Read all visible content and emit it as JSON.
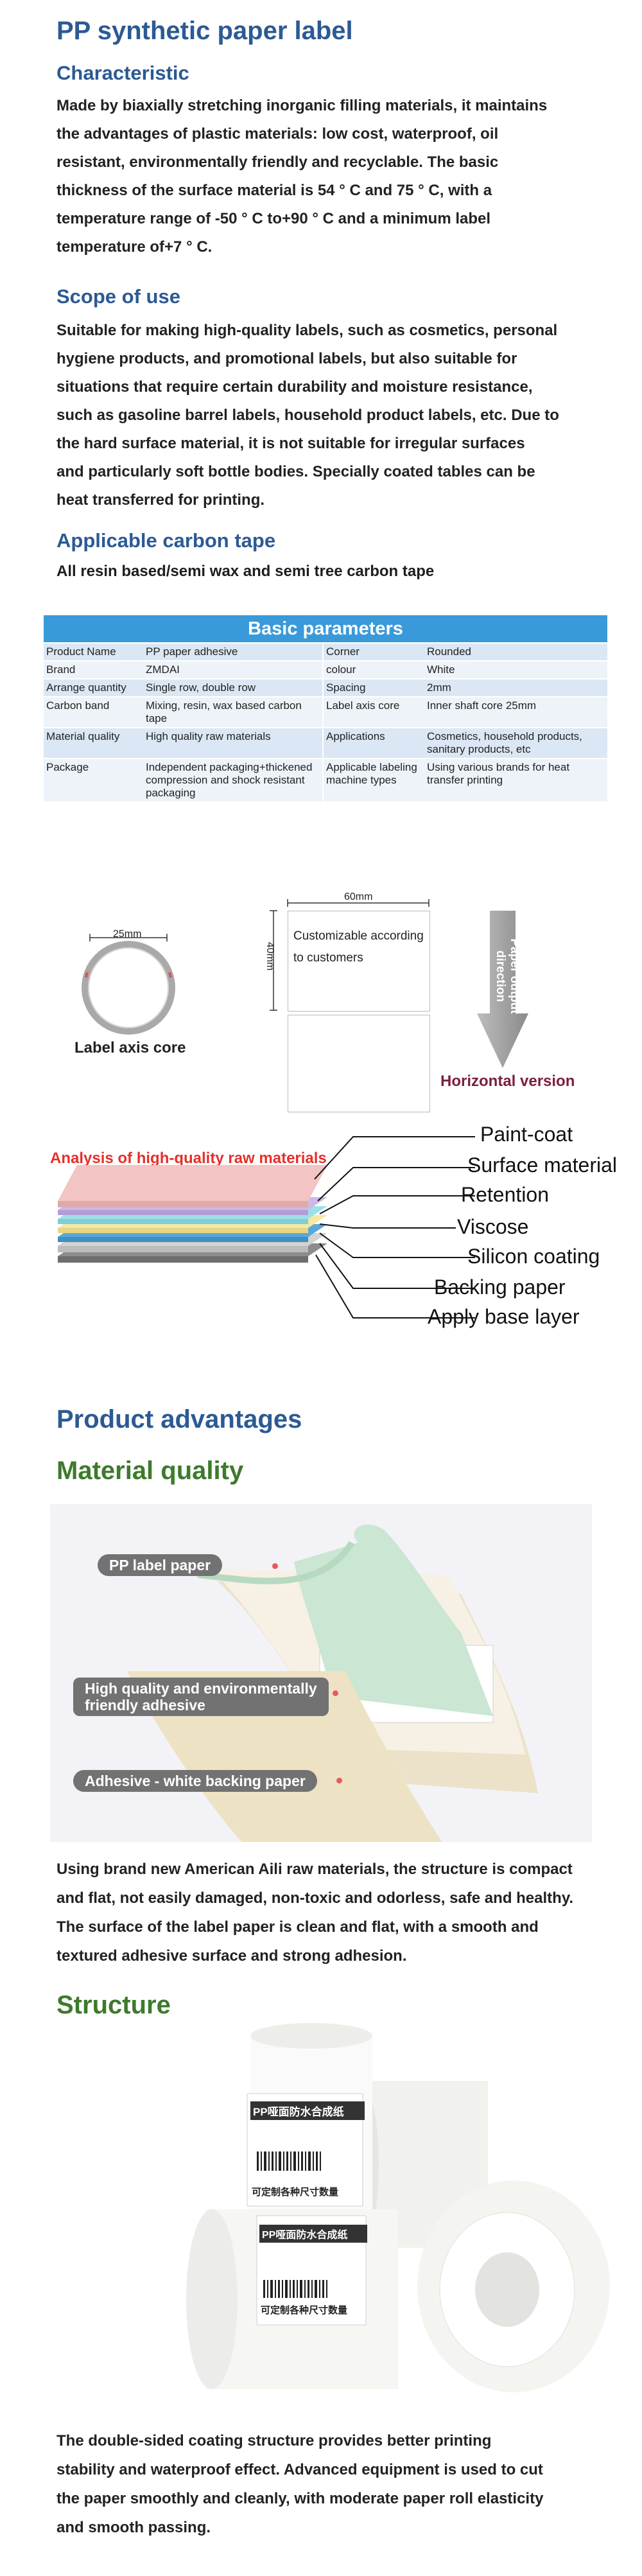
{
  "page_title": "PP synthetic paper label",
  "characteristic": {
    "heading": "Characteristic",
    "lines": [
      "Made by biaxially stretching inorganic filling materials, it maintains",
      "the advantages of plastic materials: low cost, waterproof, oil",
      "resistant, environmentally friendly and recyclable. The basic",
      "thickness of the surface material is 54 ° C and 75 ° C, with a",
      "temperature range of -50 ° C to+90 ° C and a minimum label",
      "temperature of+7 ° C."
    ]
  },
  "scope": {
    "heading": "Scope of use",
    "lines": [
      "Suitable for making high-quality labels, such as cosmetics, personal",
      "hygiene products, and promotional labels, but also suitable for",
      "situations that require certain durability and moisture resistance,",
      "such as gasoline barrel labels, household product labels, etc. Due to",
      "the hard surface material, it is not suitable for irregular surfaces",
      "and particularly soft bottle bodies. Specially coated tables can be",
      "heat transferred for printing."
    ]
  },
  "carbon": {
    "heading": "Applicable carbon tape",
    "text": "All resin based/semi wax and semi tree carbon tape"
  },
  "params": {
    "title": "Basic parameters",
    "rows": [
      [
        "Product Name",
        "PP paper adhesive",
        "Corner",
        "Rounded"
      ],
      [
        "Brand",
        "ZMDAI",
        "colour",
        "White"
      ],
      [
        "Arrange quantity",
        "Single row, double row",
        "Spacing",
        "2mm"
      ],
      [
        "Carbon band",
        "Mixing, resin, wax based carbon tape",
        "Label axis core",
        "Inner shaft core 25mm"
      ],
      [
        "Material quality",
        "High quality raw materials",
        "Applications",
        "Cosmetics, household products, sanitary products, etc"
      ],
      [
        "Package",
        "Independent packaging+thickened compression and shock resistant packaging",
        "Applicable labeling machine types",
        "Using various brands for heat transfer printing"
      ]
    ]
  },
  "diagram": {
    "core_dim": "25mm",
    "core_label": "Label axis core",
    "width_dim": "60mm",
    "height_dim": "40mm",
    "card_text": "Customizable according to customers",
    "direction": "Paper output direction",
    "horizontal": "Horizontal version"
  },
  "layers": {
    "analysis": "Analysis of high-quality raw materials",
    "labels": [
      "Paint-coat",
      "Surface material",
      "Retention",
      "Viscose",
      "Silicon coating",
      "Backing paper",
      "Apply base layer"
    ]
  },
  "advantages": {
    "heading": "Product advantages",
    "material_heading": "Material quality",
    "callouts": [
      "PP label paper",
      "High quality and environmentally",
      "friendly adhesive",
      "Adhesive - white backing paper"
    ],
    "material_lines": [
      "Using brand new American Aili raw materials, the structure is compact",
      "and flat, not easily damaged, non-toxic and odorless, safe and healthy.",
      "The surface of the label paper is clean and flat, with a smooth and",
      "textured adhesive surface and strong adhesion."
    ],
    "structure_heading": "Structure",
    "roll_texts": [
      "PP哑面防水合成纸",
      "可定制各种尺寸数量"
    ],
    "structure_lines": [
      "The double-sided coating structure provides better printing",
      "stability and waterproof effect. Advanced equipment is used to cut",
      "the paper smoothly and cleanly, with moderate paper roll elasticity",
      "and smooth passing."
    ]
  },
  "colors": {
    "heading_blue": "#2c5a93",
    "heading_green": "#3d7a2c",
    "table_header": "#3a9ad9",
    "accent_red": "#e5302c",
    "horizontal_label": "#7a1f3d"
  }
}
